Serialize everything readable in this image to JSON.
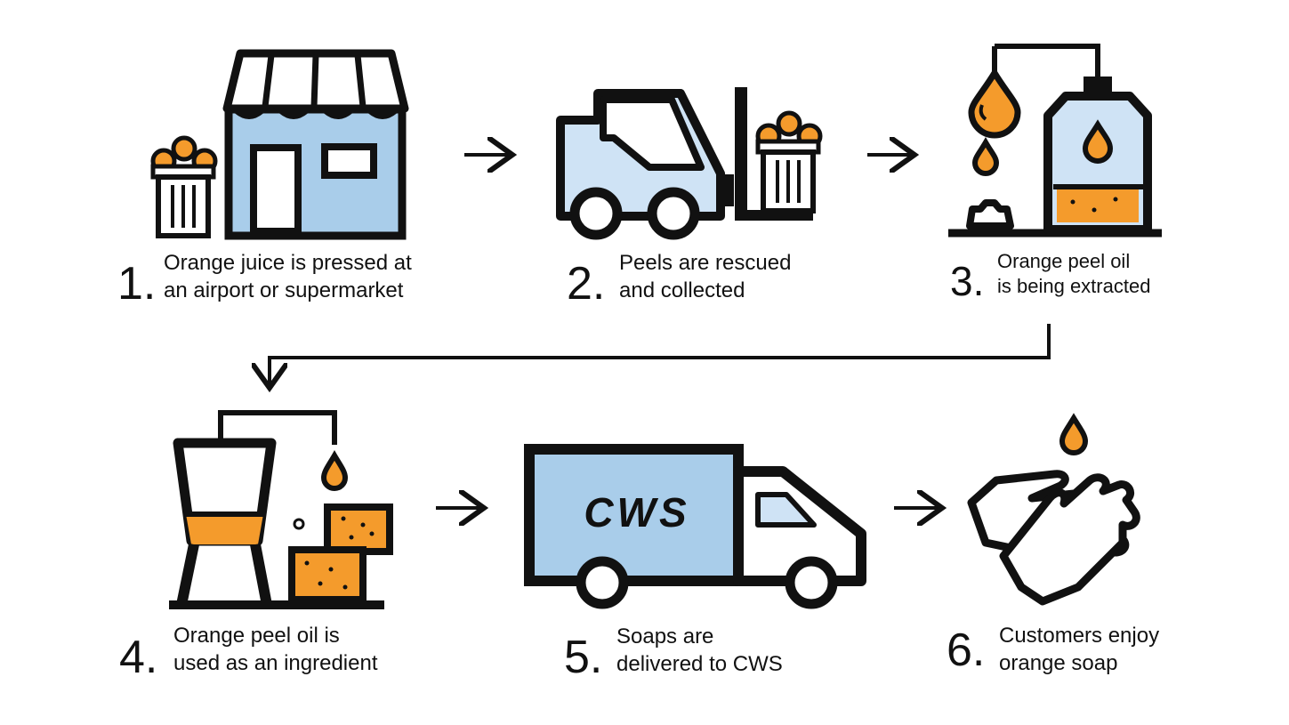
{
  "colors": {
    "outline": "#111111",
    "blue": "#a9cdea",
    "light_blue": "#cfe3f5",
    "orange": "#f49b2c"
  },
  "steps": [
    {
      "number": "1.",
      "line1": "Orange juice is pressed at",
      "line2": "an airport or supermarket",
      "icons": [
        "orange-bin-icon",
        "shop-icon"
      ]
    },
    {
      "number": "2.",
      "line1": "Peels are rescued",
      "line2": "and collected",
      "icons": [
        "forklift-icon",
        "orange-bin-icon"
      ]
    },
    {
      "number": "3.",
      "line1": "Orange peel oil",
      "line2": "is being extracted",
      "icons": [
        "oil-drop-icon",
        "oil-bottle-icon"
      ]
    },
    {
      "number": "4.",
      "line1": "Orange peel oil is",
      "line2": "used as an ingredient",
      "icons": [
        "mixer-icon",
        "soap-bars-icon"
      ]
    },
    {
      "number": "5.",
      "line1": "Soaps are",
      "line2": "delivered to CWS",
      "icons": [
        "delivery-truck-icon"
      ],
      "truck_label": "CWS"
    },
    {
      "number": "6.",
      "line1": "Customers enjoy",
      "line2": "orange soap",
      "icons": [
        "washing-hands-icon",
        "soap-drop-icon"
      ]
    }
  ]
}
